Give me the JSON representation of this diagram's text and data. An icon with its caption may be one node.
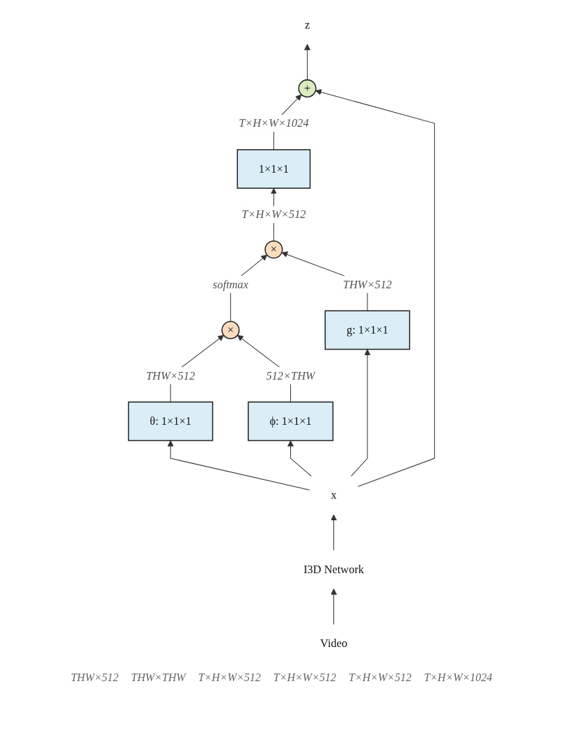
{
  "diagram": {
    "nodes": [
      {
        "text": [
          "z"
        ]
      },
      {
        "text": [
          "+"
        ]
      },
      {
        "text": [
          "1×1×1"
        ]
      },
      {
        "text": [
          "×"
        ]
      },
      {
        "text": [
          "×"
        ]
      },
      {
        "text": [
          "θ: 1×1×1"
        ]
      },
      {
        "text": [
          "ϕ: 1×1×1"
        ]
      },
      {
        "text": [
          "g: 1×1×1"
        ]
      },
      {
        "text": [
          "x"
        ]
      },
      {
        "text": [
          "I3D Network"
        ]
      },
      {
        "text": [
          "Video"
        ]
      }
    ],
    "edges": [
      {
        "from": 1,
        "to": 0,
        "arrow": "to"
      },
      {
        "from": 2,
        "to": 1,
        "arrow": "to",
        "label": "T×H×W×1024"
      },
      {
        "from": 3,
        "to": 2,
        "arrow": "to",
        "label": "T×H×W×512"
      },
      {
        "from": 4,
        "to": 3,
        "arrow": "to",
        "label": "softmax"
      },
      {
        "from": 7,
        "to": 3,
        "arrow": "to",
        "label": "THW×512"
      },
      {
        "from": 5,
        "to": 4,
        "arrow": "to",
        "label": "THW×512"
      },
      {
        "from": 6,
        "to": 4,
        "arrow": "to",
        "label": "512×THW"
      },
      {
        "from": 8,
        "to": 5,
        "arrow": "to"
      },
      {
        "from": 8,
        "to": 6,
        "arrow": "to"
      },
      {
        "from": 8,
        "to": 7,
        "arrow": "to"
      },
      {
        "from": 8,
        "to": 1,
        "arrow": "to"
      },
      {
        "from": 9,
        "to": 8,
        "arrow": "to"
      },
      {
        "from": 10,
        "to": 9,
        "arrow": "to"
      }
    ],
    "labels": [
      "THW×512",
      "THW×THW",
      "T×H×W×512",
      "T×H×W×512",
      "T×H×W×512",
      "T×H×W×1024"
    ]
  }
}
